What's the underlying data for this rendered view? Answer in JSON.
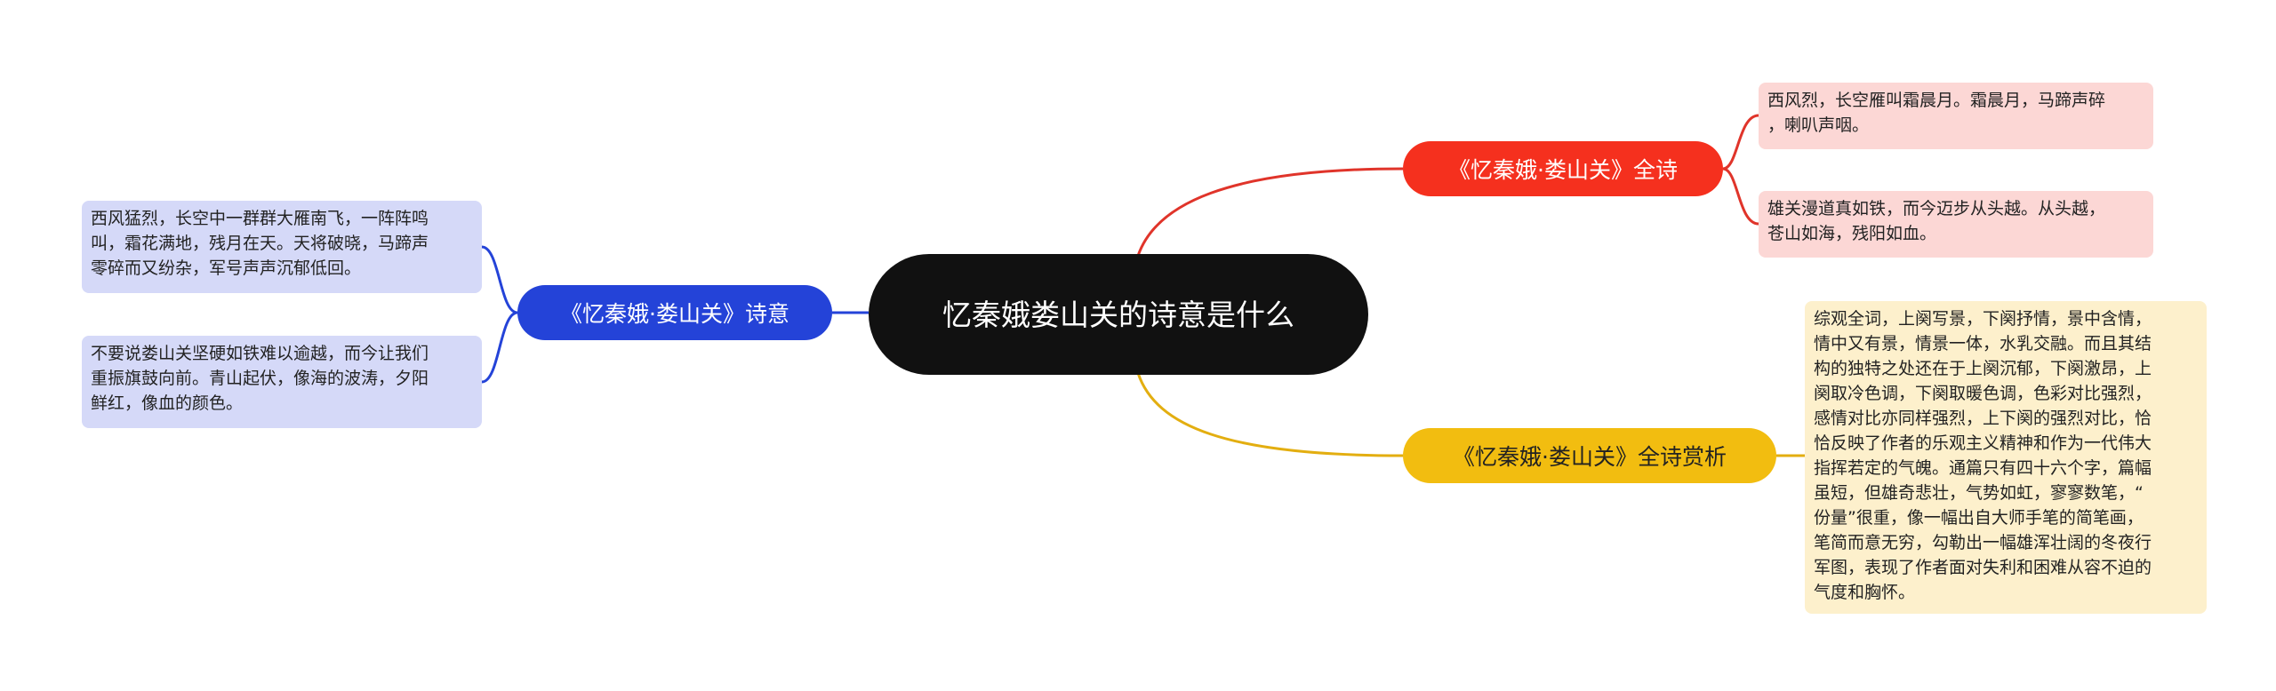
{
  "colors": {
    "center": "#111111",
    "red": "#f5301e",
    "yellow": "#f2bd10",
    "blue": "#2443d8",
    "red_leaf": "#fcd7d5",
    "yellow_leaf": "#fdf0cc",
    "blue_leaf": "#d5d9f8"
  },
  "mindmap": {
    "center": "忆秦娥娄山关的诗意是什么",
    "branches": {
      "full_poem": {
        "label": "《忆秦娥·娄山关》全诗",
        "leaves": [
          "西风烈，长空雁叫霜晨月。霜晨月，马蹄声碎\n，喇叭声咽。",
          "雄关漫道真如铁，而今迈步从头越。从头越，\n苍山如海，残阳如血。"
        ]
      },
      "appreciation": {
        "label": "《忆秦娥·娄山关》全诗赏析",
        "leaves": [
          "综观全词，上阕写景，下阕抒情，景中含情，\n情中又有景，情景一体，水乳交融。而且其结\n构的独特之处还在于上阕沉郁，下阕激昂，上\n阕取冷色调，下阕取暖色调，色彩对比强烈，\n感情对比亦同样强烈，上下阕的强烈对比，恰\n恰反映了作者的乐观主义精神和作为一代伟大\n指挥若定的气魄。通篇只有四十六个字，篇幅\n虽短，但雄奇悲壮，气势如虹，寥寥数笔，“\n份量”很重，像一幅出自大师手笔的简笔画，\n笔简而意无穷，勾勒出一幅雄浑壮阔的冬夜行\n军图，表现了作者面对失利和困难从容不迫的\n气度和胸怀。"
        ]
      },
      "meaning": {
        "label": "《忆秦娥·娄山关》诗意",
        "leaves": [
          "西风猛烈，长空中一群群大雁南飞，一阵阵鸣\n叫，霜花满地，残月在天。天将破晓，马蹄声\n零碎而又纷杂，军号声声沉郁低回。",
          "不要说娄山关坚硬如铁难以逾越，而今让我们\n重振旗鼓向前。青山起伏，像海的波涛，夕阳\n鲜红，像血的颜色。"
        ]
      }
    }
  }
}
